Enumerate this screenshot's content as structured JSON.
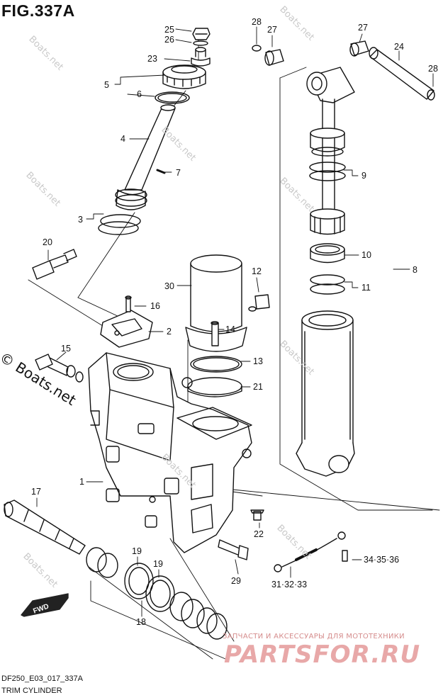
{
  "figure": {
    "title": "FIG.337A",
    "code": "DF250_E03_017_337A",
    "caption": "TRIM CYLINDER",
    "fwd_label": "FWD"
  },
  "watermark": {
    "text": "© Boats.net",
    "short": "Boats.net"
  },
  "branding": {
    "tagline": "ЗАПЧАСТИ И АКСЕССУАРЫ ДЛЯ МОТОТЕХНИКИ",
    "logo": "PARTSFOR.RU"
  },
  "part_labels": [
    "25",
    "26",
    "23",
    "5",
    "6",
    "4",
    "7",
    "3",
    "20",
    "16",
    "2",
    "30",
    "14",
    "12",
    "15",
    "13",
    "21",
    "1",
    "17",
    "22",
    "19",
    "19",
    "29",
    "18",
    "28",
    "27",
    "27",
    "24",
    "28",
    "9",
    "10",
    "11",
    "8",
    "31·32·33",
    "34·35·36"
  ]
}
